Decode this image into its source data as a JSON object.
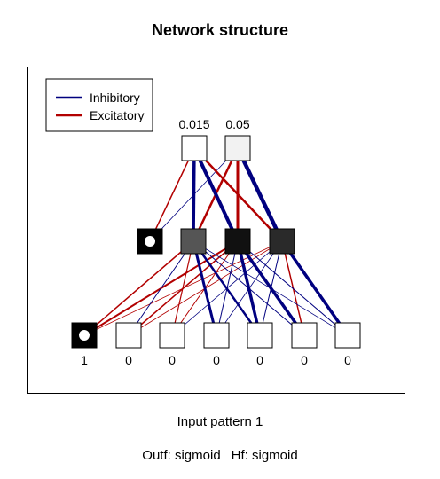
{
  "title": "Network structure",
  "legend": {
    "items": [
      {
        "label": "Inhibitory",
        "color": "#00007f"
      },
      {
        "label": "Excitatory",
        "color": "#b20000"
      }
    ]
  },
  "output_values": [
    "0.015",
    "0.05"
  ],
  "input_values": [
    "1",
    "0",
    "0",
    "0",
    "0",
    "0",
    "0"
  ],
  "caption": {
    "pattern": "Input pattern 1",
    "outf": "Outf: sigmoid",
    "hf": "Hf: sigmoid"
  },
  "colors": {
    "inhibitory": "#00007f",
    "excitatory": "#b20000"
  },
  "nodes": {
    "output": [
      {
        "fill": "#ffffff"
      },
      {
        "fill": "#f2f2f2"
      }
    ],
    "hidden": [
      {
        "fill": "#000000",
        "bias": true
      },
      {
        "fill": "#555555"
      },
      {
        "fill": "#111111"
      },
      {
        "fill": "#2a2a2a"
      }
    ],
    "input": [
      {
        "fill": "#000000",
        "bias": true
      },
      {
        "fill": "#ffffff"
      },
      {
        "fill": "#ffffff"
      },
      {
        "fill": "#ffffff"
      },
      {
        "fill": "#ffffff"
      },
      {
        "fill": "#ffffff"
      },
      {
        "fill": "#ffffff"
      }
    ]
  },
  "connections": [
    {
      "from": "hidden.0",
      "to": "output.0",
      "type": "excitatory",
      "weight": 1.5
    },
    {
      "from": "hidden.0",
      "to": "output.1",
      "type": "inhibitory",
      "weight": 0.8
    },
    {
      "from": "hidden.1",
      "to": "output.0",
      "type": "inhibitory",
      "weight": 3.5
    },
    {
      "from": "hidden.1",
      "to": "output.1",
      "type": "excitatory",
      "weight": 2.5
    },
    {
      "from": "hidden.2",
      "to": "output.0",
      "type": "inhibitory",
      "weight": 4.0
    },
    {
      "from": "hidden.2",
      "to": "output.1",
      "type": "excitatory",
      "weight": 3.0
    },
    {
      "from": "hidden.3",
      "to": "output.0",
      "type": "excitatory",
      "weight": 2.5
    },
    {
      "from": "hidden.3",
      "to": "output.1",
      "type": "inhibitory",
      "weight": 4.5
    },
    {
      "from": "input.0",
      "to": "hidden.1",
      "type": "excitatory",
      "weight": 1.5
    },
    {
      "from": "input.0",
      "to": "hidden.2",
      "type": "excitatory",
      "weight": 2.0
    },
    {
      "from": "input.0",
      "to": "hidden.3",
      "type": "excitatory",
      "weight": 0.8
    },
    {
      "from": "input.1",
      "to": "hidden.1",
      "type": "inhibitory",
      "weight": 1.0
    },
    {
      "from": "input.1",
      "to": "hidden.2",
      "type": "excitatory",
      "weight": 1.5
    },
    {
      "from": "input.1",
      "to": "hidden.3",
      "type": "excitatory",
      "weight": 0.8
    },
    {
      "from": "input.2",
      "to": "hidden.1",
      "type": "excitatory",
      "weight": 1.2
    },
    {
      "from": "input.2",
      "to": "hidden.2",
      "type": "excitatory",
      "weight": 1.0
    },
    {
      "from": "input.2",
      "to": "hidden.3",
      "type": "inhibitory",
      "weight": 0.8
    },
    {
      "from": "input.3",
      "to": "hidden.1",
      "type": "inhibitory",
      "weight": 3.0
    },
    {
      "from": "input.3",
      "to": "hidden.2",
      "type": "inhibitory",
      "weight": 1.0
    },
    {
      "from": "input.3",
      "to": "hidden.3",
      "type": "inhibitory",
      "weight": 0.8
    },
    {
      "from": "input.4",
      "to": "hidden.1",
      "type": "inhibitory",
      "weight": 2.5
    },
    {
      "from": "input.4",
      "to": "hidden.2",
      "type": "inhibitory",
      "weight": 3.5
    },
    {
      "from": "input.4",
      "to": "hidden.3",
      "type": "inhibitory",
      "weight": 1.0
    },
    {
      "from": "input.5",
      "to": "hidden.1",
      "type": "inhibitory",
      "weight": 1.0
    },
    {
      "from": "input.5",
      "to": "hidden.2",
      "type": "inhibitory",
      "weight": 3.5
    },
    {
      "from": "input.5",
      "to": "hidden.3",
      "type": "excitatory",
      "weight": 1.5
    },
    {
      "from": "input.6",
      "to": "hidden.1",
      "type": "inhibitory",
      "weight": 0.8
    },
    {
      "from": "input.6",
      "to": "hidden.2",
      "type": "inhibitory",
      "weight": 1.0
    },
    {
      "from": "input.6",
      "to": "hidden.3",
      "type": "inhibitory",
      "weight": 3.5
    }
  ]
}
